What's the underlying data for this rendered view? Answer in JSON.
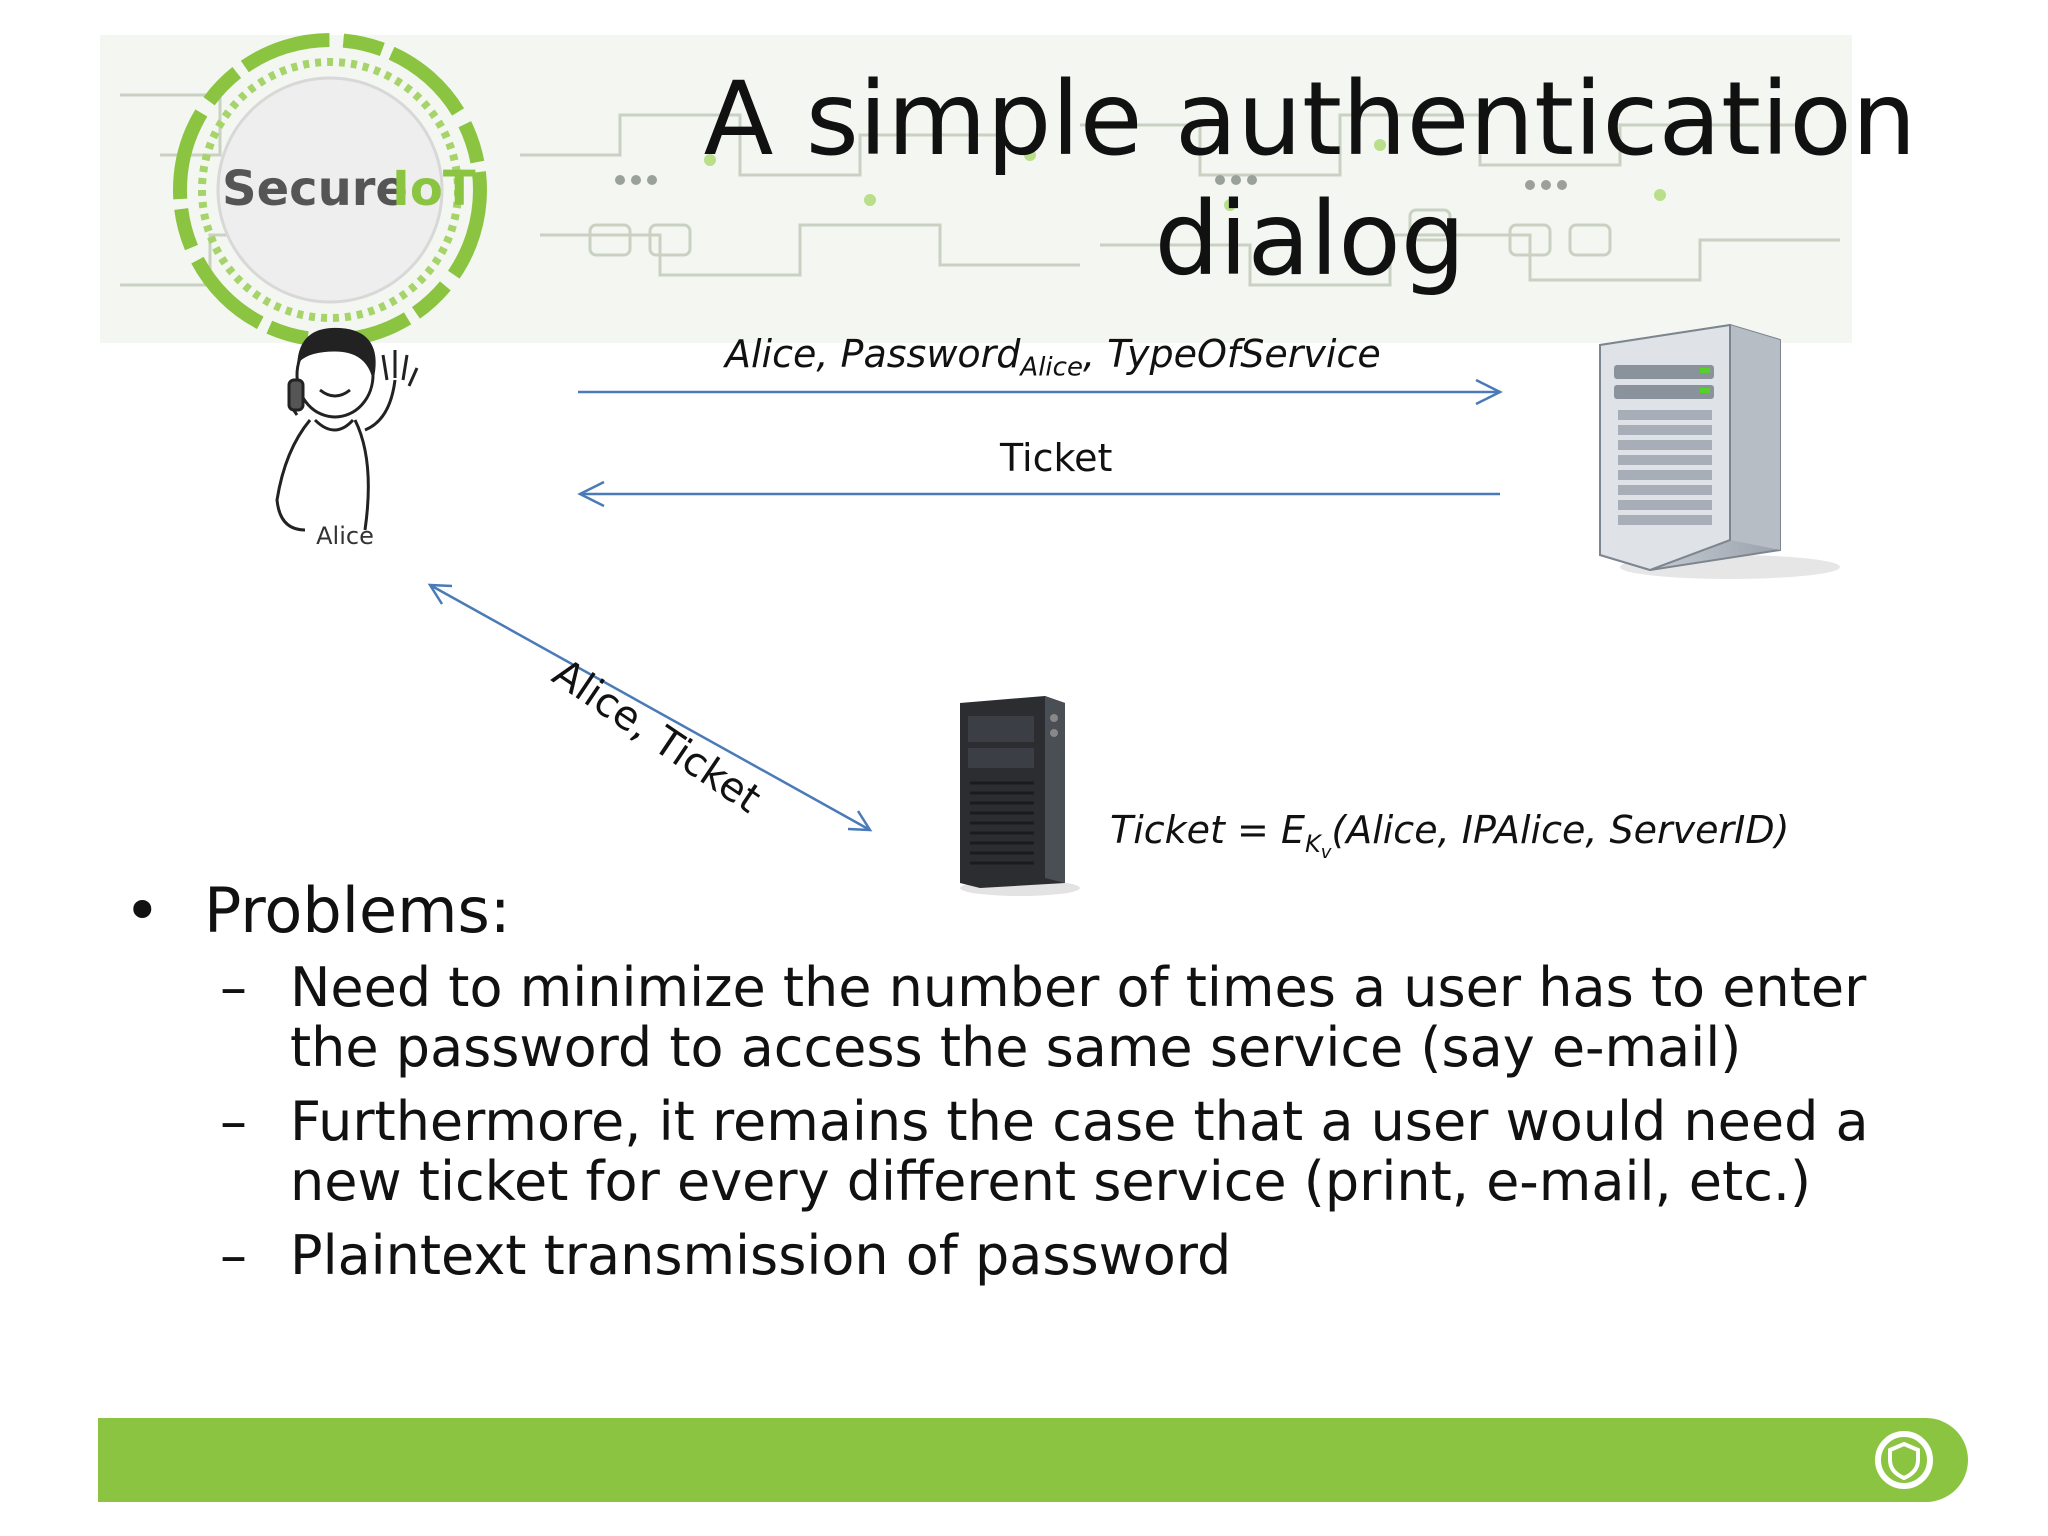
{
  "slide": {
    "title": "A simple authentication dialog",
    "logo": {
      "text_secure": "Secure",
      "text_iot": "IoT",
      "icon": "secureiot-logo"
    },
    "alice_label": "Alice",
    "messages": {
      "request_prefix": "Alice, Password",
      "request_sub": "Alice",
      "request_suffix": ", TypeOfService",
      "response": "Ticket",
      "diagonal": "Alice, Ticket"
    },
    "formula": {
      "lhs": "Ticket = E",
      "sub_main": "K",
      "sub_sub": "v",
      "rhs": "(Alice, IPAlice, ServerID)"
    },
    "bullets": {
      "heading": "Problems:",
      "items": [
        "Need to minimize the number of times a user has to enter the password to access the same service (say e-mail)",
        "Furthermore, it remains the case that a user would need a new ticket for every different service (print, e-mail, etc.)",
        "Plaintext transmission of password"
      ]
    },
    "colors": {
      "accent_green": "#8bc441",
      "arrow_blue": "#4a7ab8",
      "text": "#111111"
    },
    "icons": [
      "alice-person-icon",
      "tower-server-icon",
      "small-server-icon",
      "shield-icon"
    ]
  }
}
